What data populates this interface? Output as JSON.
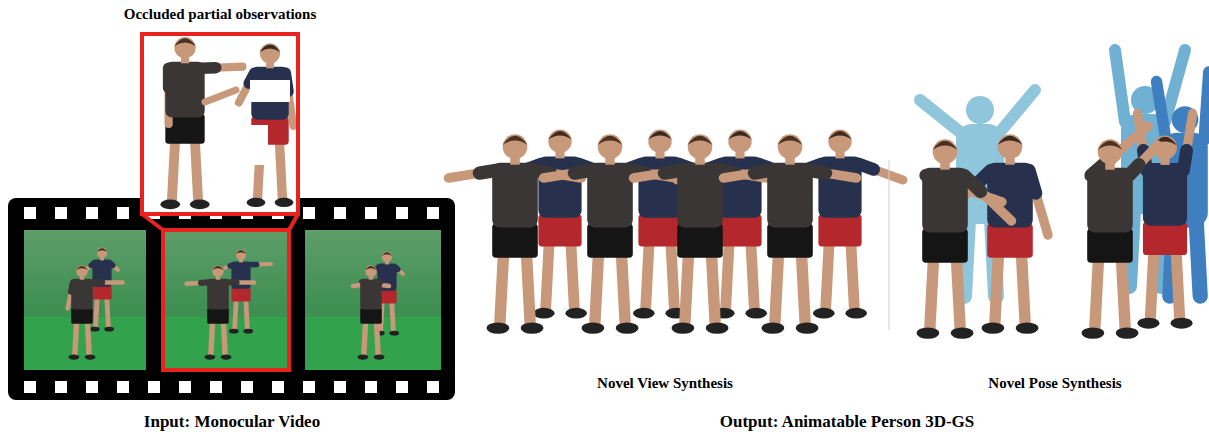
{
  "diagram": {
    "nodes": [
      {
        "text": [
          "Occluded partial observations"
        ]
      }
    ],
    "labels": [
      "Input: Monocular Video",
      "Novel View Synthesis",
      "Novel Pose Synthesis",
      "Output: Animatable Person 3D-GS"
    ]
  }
}
